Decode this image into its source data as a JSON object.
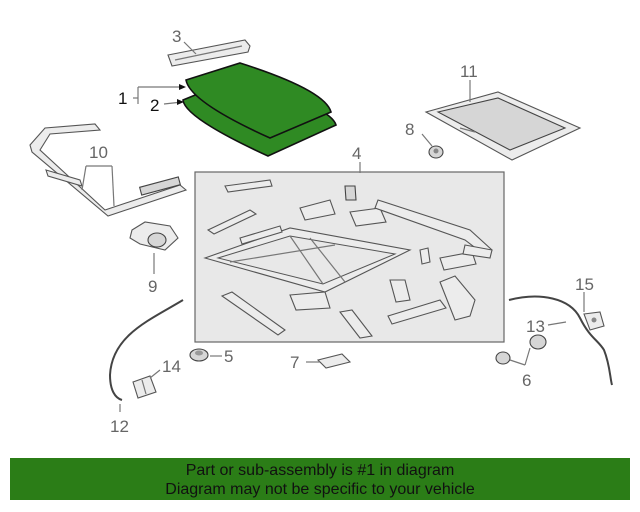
{
  "callouts": {
    "c1": "1",
    "c2": "2",
    "c3": "3",
    "c4": "4",
    "c5": "5",
    "c6": "6",
    "c7": "7",
    "c8": "8",
    "c9": "9",
    "c10": "10",
    "c11": "11",
    "c12": "12",
    "c13": "13",
    "c14": "14",
    "c15": "15"
  },
  "highlight_color": "#2b7d17",
  "banner": {
    "line1": "Part or sub-assembly is #1 in diagram",
    "line2": "Diagram may not be specific to your vehicle"
  }
}
